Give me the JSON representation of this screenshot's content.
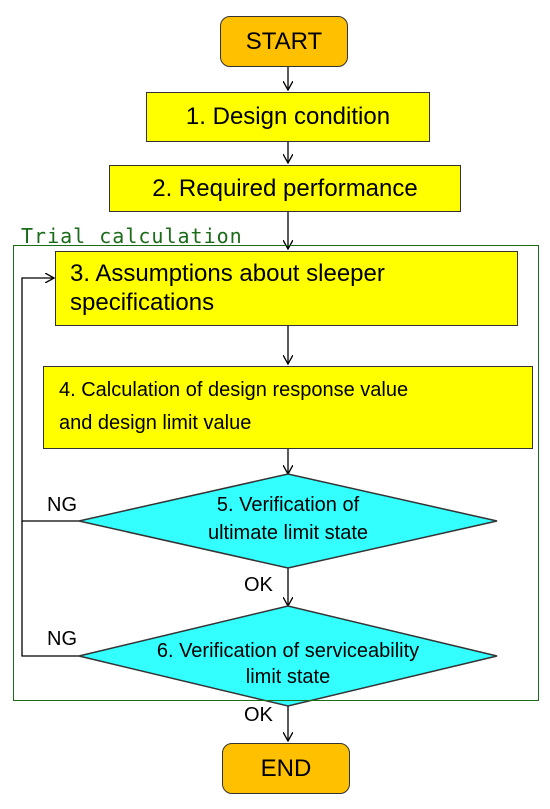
{
  "flowchart": {
    "start": "START",
    "end": "END",
    "trial_label": "Trial calculation",
    "step1": "1. Design condition",
    "step2": "2. Required performance",
    "step3_line1": "3. Assumptions about sleeper",
    "step3_line2": "specifications",
    "step4_line1": "4. Calculation of design response value",
    "step4_line2": "and design limit value",
    "step5_line1": "5. Verification of",
    "step5_line2": "ultimate limit state",
    "step6_line1": "6. Verification of serviceability",
    "step6_line2": "limit state",
    "ng_label": "NG",
    "ok_label": "OK"
  },
  "colors": {
    "terminal_fill": "#ffc000",
    "process_fill": "#ffff00",
    "decision_fill": "#33ffff",
    "trial_frame": "#1a6b1a"
  }
}
